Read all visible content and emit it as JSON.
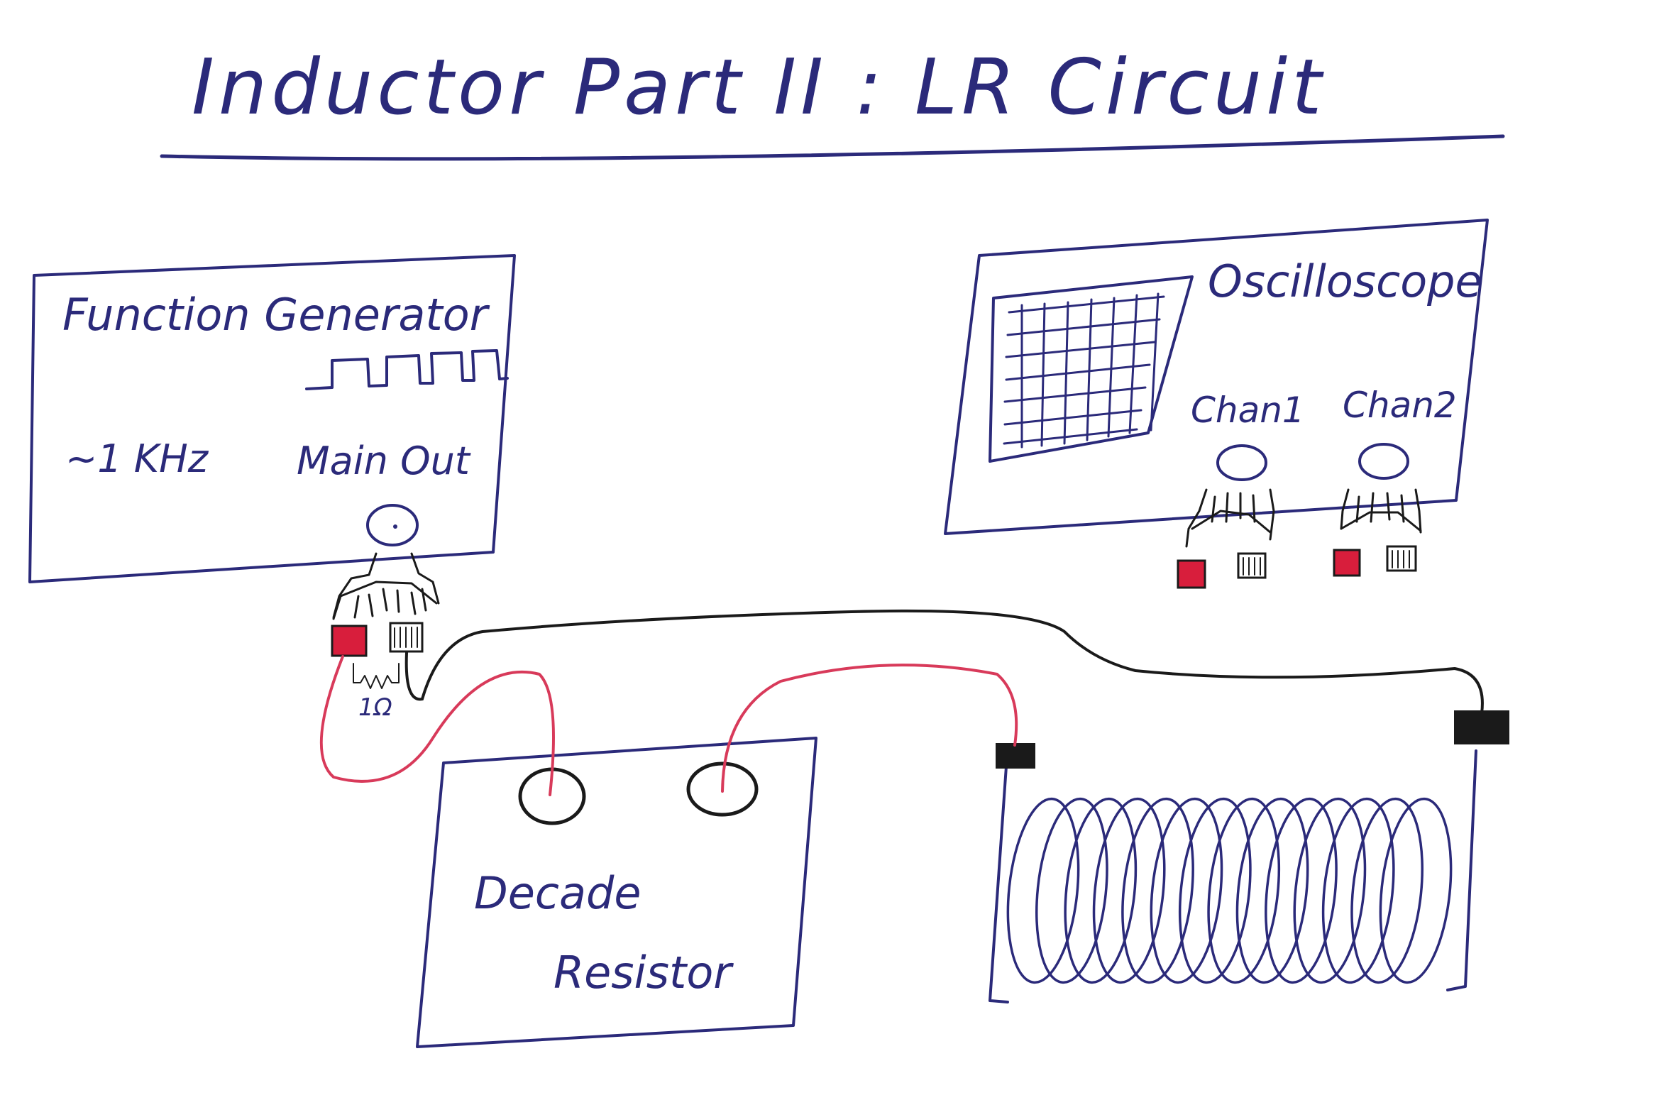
{
  "title": "Inductor Part II : LR Circuit",
  "function_generator": {
    "name": "Function Generator",
    "frequency": "~1 KHz",
    "output_label": "Main Out",
    "resistor_label": "1Ω"
  },
  "oscilloscope": {
    "name": "Oscilloscope",
    "channels": [
      "Chan1",
      "Chan2"
    ]
  },
  "resistor_box": {
    "line1": "Decade",
    "line2": "Resistor"
  },
  "colors": {
    "ink": "#2b2a7a",
    "red_wire": "#d83a5a",
    "black_wire": "#1a1a1a",
    "red_clip": "#d81e3c"
  }
}
